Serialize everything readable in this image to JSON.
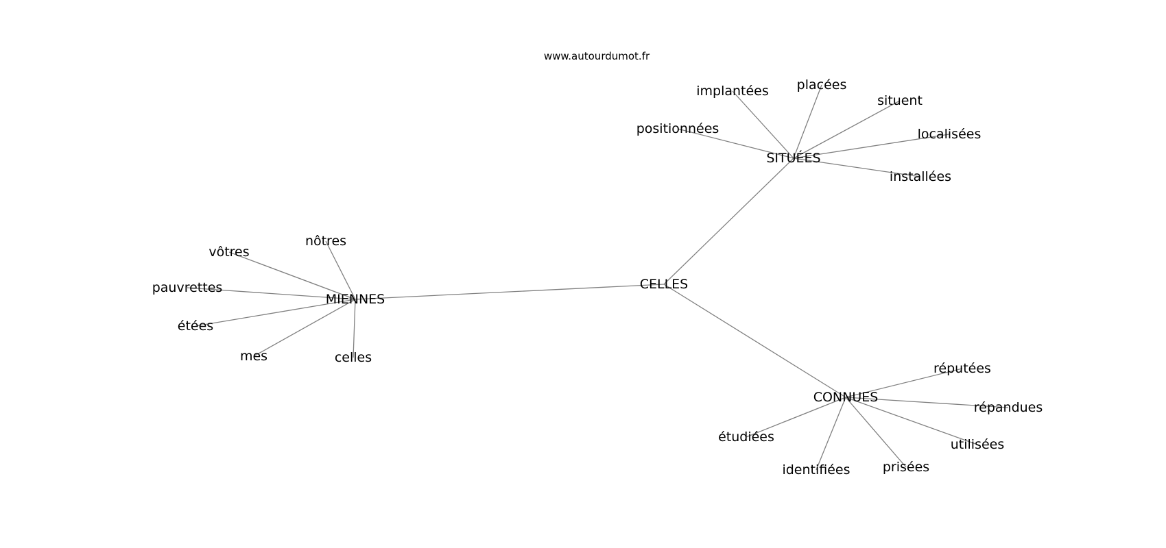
{
  "site": "www.autourdumot.fr",
  "colors": {
    "edge": "#808080",
    "text": "#000000",
    "background": "#ffffff"
  },
  "nodes": [
    {
      "id": "celles_center",
      "label": "CELLES"
    },
    {
      "id": "situees",
      "label": "SITUÉES"
    },
    {
      "id": "connues",
      "label": "CONNUES"
    },
    {
      "id": "miennes",
      "label": "MIENNES"
    },
    {
      "id": "implantees",
      "label": "implantées"
    },
    {
      "id": "placees",
      "label": "placées"
    },
    {
      "id": "situent",
      "label": "situent"
    },
    {
      "id": "positionnees",
      "label": "positionnées"
    },
    {
      "id": "localisees",
      "label": "localisées"
    },
    {
      "id": "installees",
      "label": "installées"
    },
    {
      "id": "nostres",
      "label": "nôtres"
    },
    {
      "id": "votres",
      "label": "vôtres"
    },
    {
      "id": "pauvrettes",
      "label": "pauvrettes"
    },
    {
      "id": "etees",
      "label": "étées"
    },
    {
      "id": "mes",
      "label": "mes"
    },
    {
      "id": "celles_leaf",
      "label": "celles"
    },
    {
      "id": "reputees",
      "label": "réputées"
    },
    {
      "id": "repandues",
      "label": "répandues"
    },
    {
      "id": "etudiees",
      "label": "étudiées"
    },
    {
      "id": "utilisees",
      "label": "utilisées"
    },
    {
      "id": "identifiees",
      "label": "identifiées"
    },
    {
      "id": "prisees",
      "label": "prisées"
    }
  ],
  "edges": [
    [
      "celles_center",
      "situees"
    ],
    [
      "celles_center",
      "connues"
    ],
    [
      "celles_center",
      "miennes"
    ],
    [
      "situees",
      "implantees"
    ],
    [
      "situees",
      "placees"
    ],
    [
      "situees",
      "situent"
    ],
    [
      "situees",
      "positionnees"
    ],
    [
      "situees",
      "localisees"
    ],
    [
      "situees",
      "installees"
    ],
    [
      "miennes",
      "nostres"
    ],
    [
      "miennes",
      "votres"
    ],
    [
      "miennes",
      "pauvrettes"
    ],
    [
      "miennes",
      "etees"
    ],
    [
      "miennes",
      "mes"
    ],
    [
      "miennes",
      "celles_leaf"
    ],
    [
      "connues",
      "reputees"
    ],
    [
      "connues",
      "repandues"
    ],
    [
      "connues",
      "etudiees"
    ],
    [
      "connues",
      "utilisees"
    ],
    [
      "connues",
      "identifiees"
    ],
    [
      "connues",
      "prisees"
    ]
  ]
}
